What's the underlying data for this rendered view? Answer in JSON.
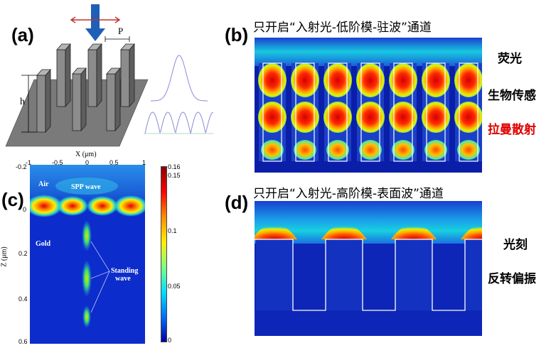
{
  "panels": {
    "a": {
      "label": "(a)",
      "dim_period": "P",
      "dim_height": "h"
    },
    "b": {
      "label": "(b)",
      "caption": "只开启“入射光-低阶模-驻波”通道",
      "applications": [
        {
          "text": "荧光",
          "color": "#000000"
        },
        {
          "text": "生物传感",
          "color": "#000000"
        },
        {
          "text": "拉曼散射",
          "color": "#e00000"
        }
      ]
    },
    "c": {
      "label": "(c)",
      "x_axis_title": "X (μm)",
      "x_ticks": [
        "-1",
        "-0.5",
        "0",
        "0.5",
        "1"
      ],
      "y_axis_title": "Z (μm)",
      "y_ticks": [
        "-0.2",
        "0",
        "0.2",
        "0.4",
        "0.6"
      ],
      "colorbar_ticks": [
        "0.16",
        "0.15",
        "0.1",
        "0.05",
        "0"
      ],
      "annotations": {
        "air": "Air",
        "spp": "SPP wave",
        "gold": "Gold",
        "standing_line1": "Standing",
        "standing_line2": "wave"
      }
    },
    "d": {
      "label": "(d)",
      "caption": "只开启“入射光-高阶模-表面波”通道",
      "applications": [
        {
          "text": "光刻",
          "color": "#000000"
        },
        {
          "text": "反转偏振",
          "color": "#000000"
        }
      ]
    }
  },
  "colors": {
    "field_low": "#0a1ea8",
    "field_mid": "#17d4e6",
    "field_high": "#e60000",
    "substrate": "#787878",
    "pillar": "#8e8e8e"
  }
}
